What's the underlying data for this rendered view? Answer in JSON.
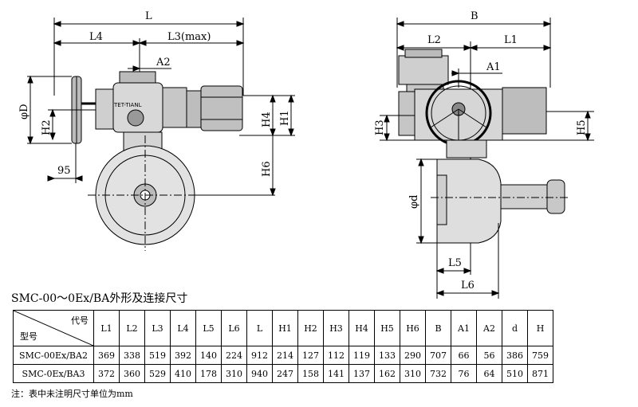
{
  "drawing": {
    "left_view": {
      "labels": {
        "L": "L",
        "L4": "L4",
        "L3": "L3(max)",
        "A2": "A2",
        "phiD": "φD",
        "H2": "H2",
        "H4": "H4",
        "H1": "H1",
        "H6": "H6",
        "dim95": "95",
        "nameplate": "TET-TIANL"
      }
    },
    "right_view": {
      "labels": {
        "B": "B",
        "L2": "L2",
        "L1": "L1",
        "A1": "A1",
        "H3": "H3",
        "H5": "H5",
        "phid": "φd",
        "L5": "L5",
        "L6": "L6"
      }
    }
  },
  "caption": "SMC-00～0Ex/BA外形及连接尺寸",
  "table": {
    "corner_top": "代号",
    "corner_bottom": "型号",
    "columns": [
      "L1",
      "L2",
      "L3",
      "L4",
      "L5",
      "L6",
      "L",
      "H1",
      "H2",
      "H3",
      "H4",
      "H5",
      "H6",
      "B",
      "A1",
      "A2",
      "d",
      "H"
    ],
    "rows": [
      {
        "model": "SMC-00Ex/BA2",
        "values": [
          "369",
          "338",
          "519",
          "392",
          "140",
          "224",
          "912",
          "214",
          "127",
          "112",
          "119",
          "133",
          "290",
          "707",
          "66",
          "56",
          "386",
          "759"
        ]
      },
      {
        "model": "SMC-0Ex/BA3",
        "values": [
          "372",
          "360",
          "529",
          "410",
          "178",
          "310",
          "940",
          "247",
          "158",
          "141",
          "137",
          "162",
          "310",
          "732",
          "76",
          "64",
          "510",
          "871"
        ]
      }
    ]
  },
  "note": "注：表中未注明尺寸单位为mm"
}
